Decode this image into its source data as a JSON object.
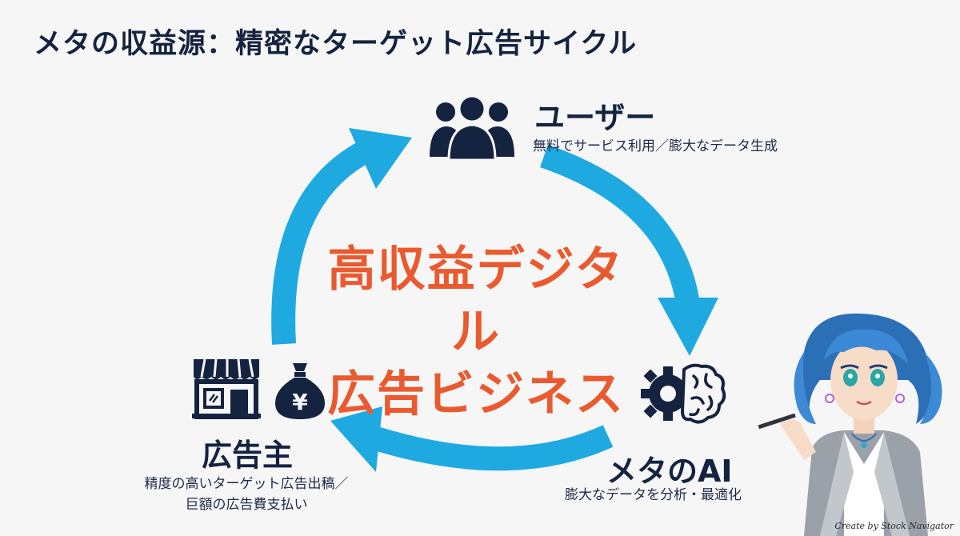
{
  "title": "メタの収益源：精密なターゲット広告サイクル",
  "center": {
    "line1": "高収益デジタル",
    "line2": "広告ビジネス"
  },
  "nodes": {
    "user": {
      "title": "ユーザー",
      "subtitle": "無料でサービス利用／膨大なデータ生成",
      "icon": "users-group-icon"
    },
    "ai": {
      "title": "メタのAI",
      "subtitle": "膨大なデータを分析・最適化",
      "icon": "gear-brain-icon"
    },
    "advertiser": {
      "title": "広告主",
      "subtitle_line1": "精度の高いターゲット広告出稿／",
      "subtitle_line2": "巨額の広告費支払い",
      "icons": [
        "storefront-icon",
        "yen-money-bag-icon"
      ]
    }
  },
  "credit": "Create by Stock Navigator",
  "colors": {
    "arrow": "#1ea9e1",
    "accent_text": "#ea5a2f",
    "navy": "#14233f"
  }
}
